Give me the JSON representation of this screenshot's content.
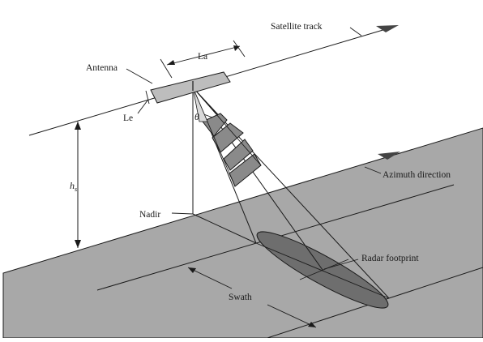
{
  "labels": {
    "satellite_track": "Satellite track",
    "antenna": "Antenna",
    "la": "La",
    "le": "Le",
    "theta": "θ",
    "hs_symbol": "h",
    "hs_subscript": "s",
    "nadir": "Nadir",
    "azimuth_direction": "Azimuth direction",
    "radar_footprint": "Radar footprint",
    "swath": "Swath"
  },
  "colors": {
    "ground": "#a8a8a8",
    "footprint": "#6e6e6e",
    "beam_band": "#8a8a8a",
    "line": "#1a1a1a",
    "arrow": "#444444"
  }
}
